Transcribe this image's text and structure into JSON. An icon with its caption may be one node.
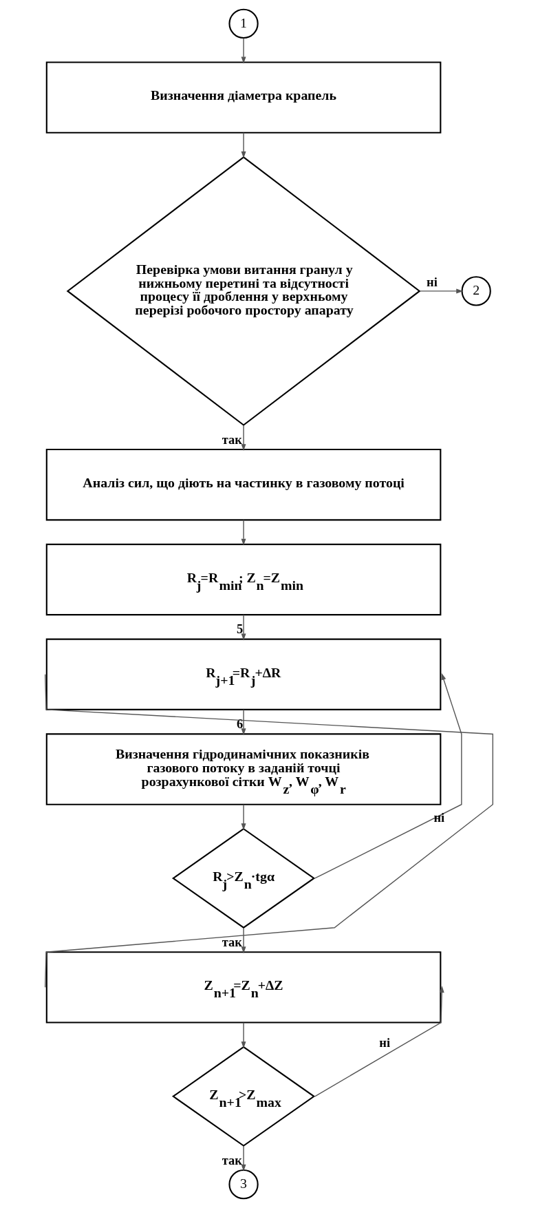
{
  "diagram": {
    "nodes": [
      {
        "text": [
          "1"
        ]
      },
      {
        "text": [
          "Визначення діаметра крапель"
        ]
      },
      {
        "text": [
          "Перевірка умови витання гранул у нижньому перетині та відсутності процесу її дроблення у верхньому перерізі робочого простору апарату"
        ]
      },
      {
        "text": [
          "2"
        ]
      },
      {
        "text": [
          "Аналіз сил, що діють на частинку в газовому потоці"
        ]
      },
      {
        "text": [
          "R$_{j}$=R$_{min}$; Z$_{n}$=Z$_{min}$"
        ]
      },
      {
        "text": [
          "R$_{j+1}$=R$_{j}$+∆R"
        ]
      },
      {
        "text": [
          "Визначення гідродинамічних показників газового потоку в заданій точці розрахункової сітки W$_{z}$, W$_{φ}$, W$_{r}$"
        ]
      },
      {
        "text": [
          "R$_{j}$>Z$_{n}$·tgα"
        ]
      },
      {
        "text": [
          "Z$_{n+1}$=Z$_{n}$+∆Z"
        ]
      },
      {
        "text": [
          "Z$_{n+1}$>Z$_{max}$"
        ]
      },
      {
        "text": [
          "3"
        ]
      }
    ],
    "edges": [
      {
        "from": 0,
        "to": 1,
        "arrow": "to"
      },
      {
        "from": 1,
        "to": 2,
        "arrow": "to"
      },
      {
        "from": 2,
        "to": 3,
        "arrow": "to",
        "label": "ні"
      },
      {
        "from": 2,
        "to": 4,
        "arrow": "to",
        "label": "так"
      },
      {
        "from": 4,
        "to": 5,
        "arrow": "to"
      },
      {
        "from": 5,
        "to": 6,
        "arrow": "to",
        "label": "5"
      },
      {
        "from": 6,
        "to": 7,
        "arrow": "to",
        "label": "6"
      },
      {
        "from": 7,
        "to": 8,
        "arrow": "to"
      },
      {
        "from": 8,
        "to": 6,
        "arrow": "to",
        "label": "ні"
      },
      {
        "from": 8,
        "to": 9,
        "arrow": "to",
        "label": "так"
      },
      {
        "from": 9,
        "to": 6,
        "arrow": "none"
      },
      {
        "from": 9,
        "to": 10,
        "arrow": "to"
      },
      {
        "from": 10,
        "to": 9,
        "arrow": "to",
        "label": "ні"
      },
      {
        "from": 10,
        "to": 11,
        "arrow": "to",
        "label": "так"
      }
    ]
  }
}
